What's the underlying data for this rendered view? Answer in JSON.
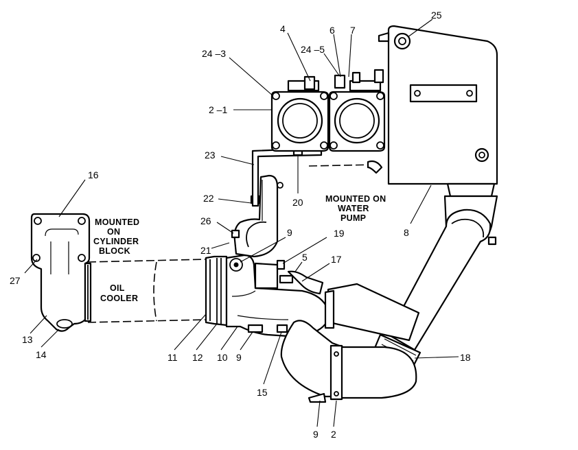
{
  "callouts": {
    "c25": "25",
    "c4": "4",
    "c6": "6",
    "c7": "7",
    "c24_3": "24 –3",
    "c24_5": "24 –5",
    "c2_1": "2 –1",
    "c23": "23",
    "c16": "16",
    "c22": "22",
    "c20": "20",
    "c26": "26",
    "c8": "8",
    "c9a": "9",
    "c19": "19",
    "c21": "21",
    "c5": "5",
    "c17": "17",
    "c27": "27",
    "c13": "13",
    "c14": "14",
    "c11": "11",
    "c12": "12",
    "c10": "10",
    "c9b": "9",
    "c15": "15",
    "c18": "18",
    "c9c": "9",
    "c2b": "2"
  },
  "notes": {
    "cyl_line1": "MOUNTED",
    "cyl_line2": "ON",
    "cyl_line3": "CYLINDER",
    "cyl_line4": "BLOCK",
    "oil_line1": "OIL",
    "oil_line2": "COOLER",
    "pump_line1": "MOUNTED ON",
    "pump_line2": "WATER",
    "pump_line3": "PUMP"
  }
}
